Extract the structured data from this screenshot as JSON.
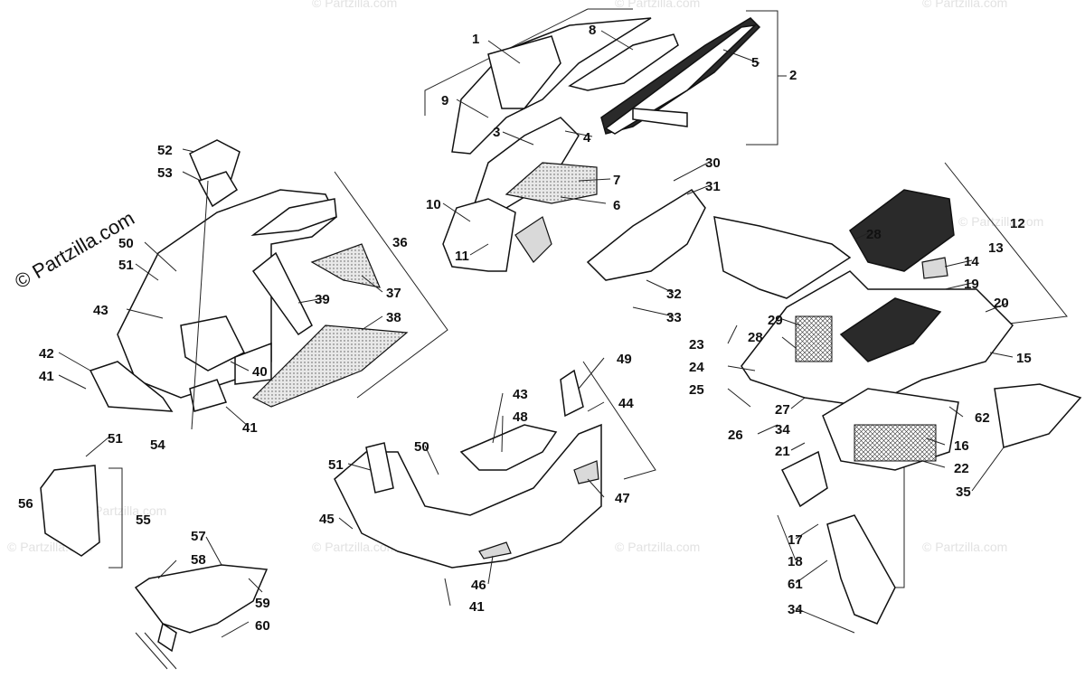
{
  "watermark": {
    "main_text": "© Partzilla.com",
    "faint_text": "© Partzilla.com"
  },
  "labels": [
    {
      "id": "1",
      "text": "1"
    },
    {
      "id": "2",
      "text": "2"
    },
    {
      "id": "3",
      "text": "3"
    },
    {
      "id": "4",
      "text": "4"
    },
    {
      "id": "5",
      "text": "5"
    },
    {
      "id": "6",
      "text": "6"
    },
    {
      "id": "7",
      "text": "7"
    },
    {
      "id": "8",
      "text": "8"
    },
    {
      "id": "9",
      "text": "9"
    },
    {
      "id": "10",
      "text": "10"
    },
    {
      "id": "11",
      "text": "11"
    },
    {
      "id": "12",
      "text": "12"
    },
    {
      "id": "13",
      "text": "13"
    },
    {
      "id": "14",
      "text": "14"
    },
    {
      "id": "15",
      "text": "15"
    },
    {
      "id": "16",
      "text": "16"
    },
    {
      "id": "17",
      "text": "17"
    },
    {
      "id": "18",
      "text": "18"
    },
    {
      "id": "19",
      "text": "19"
    },
    {
      "id": "20",
      "text": "20"
    },
    {
      "id": "21",
      "text": "21"
    },
    {
      "id": "22",
      "text": "22"
    },
    {
      "id": "23",
      "text": "23"
    },
    {
      "id": "24",
      "text": "24"
    },
    {
      "id": "25",
      "text": "25"
    },
    {
      "id": "26",
      "text": "26"
    },
    {
      "id": "27",
      "text": "27"
    },
    {
      "id": "28a",
      "text": "28"
    },
    {
      "id": "28b",
      "text": "28"
    },
    {
      "id": "29",
      "text": "29"
    },
    {
      "id": "30",
      "text": "30"
    },
    {
      "id": "31",
      "text": "31"
    },
    {
      "id": "32",
      "text": "32"
    },
    {
      "id": "33",
      "text": "33"
    },
    {
      "id": "34a",
      "text": "34"
    },
    {
      "id": "34b",
      "text": "34"
    },
    {
      "id": "35",
      "text": "35"
    },
    {
      "id": "36",
      "text": "36"
    },
    {
      "id": "37",
      "text": "37"
    },
    {
      "id": "38",
      "text": "38"
    },
    {
      "id": "39",
      "text": "39"
    },
    {
      "id": "40",
      "text": "40"
    },
    {
      "id": "41a",
      "text": "41"
    },
    {
      "id": "41b",
      "text": "41"
    },
    {
      "id": "41c",
      "text": "41"
    },
    {
      "id": "42",
      "text": "42"
    },
    {
      "id": "43a",
      "text": "43"
    },
    {
      "id": "43b",
      "text": "43"
    },
    {
      "id": "44",
      "text": "44"
    },
    {
      "id": "45",
      "text": "45"
    },
    {
      "id": "46",
      "text": "46"
    },
    {
      "id": "47",
      "text": "47"
    },
    {
      "id": "48",
      "text": "48"
    },
    {
      "id": "49",
      "text": "49"
    },
    {
      "id": "50a",
      "text": "50"
    },
    {
      "id": "50b",
      "text": "50"
    },
    {
      "id": "51a",
      "text": "51"
    },
    {
      "id": "51b",
      "text": "51"
    },
    {
      "id": "51c",
      "text": "51"
    },
    {
      "id": "52",
      "text": "52"
    },
    {
      "id": "53",
      "text": "53"
    },
    {
      "id": "54",
      "text": "54"
    },
    {
      "id": "55",
      "text": "55"
    },
    {
      "id": "56",
      "text": "56"
    },
    {
      "id": "57",
      "text": "57"
    },
    {
      "id": "58",
      "text": "58"
    },
    {
      "id": "59",
      "text": "59"
    },
    {
      "id": "60",
      "text": "60"
    },
    {
      "id": "61",
      "text": "61"
    },
    {
      "id": "62",
      "text": "62"
    }
  ]
}
